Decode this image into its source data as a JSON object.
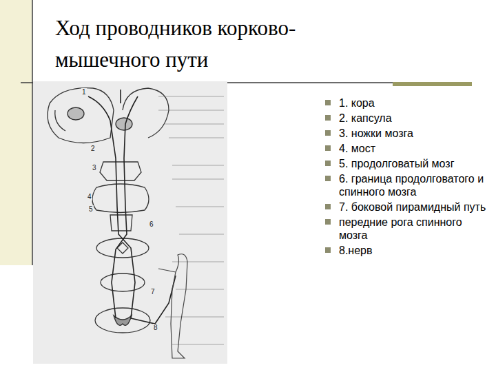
{
  "diagram": {
    "title": "Ход проводников корково- мышечного пути",
    "labels": [
      "1. кора",
      "2. капсула",
      "3. ножки мозга",
      "4. мост",
      "5. продолговатый мозг",
      "6. граница продолговатого и спинного мозга",
      "7. боковой пирамидный путь",
      "передние рога спинного мозга",
      "8.нерв",
      "1",
      "2",
      "3",
      "4",
      "5",
      "6",
      "7",
      "8"
    ]
  }
}
